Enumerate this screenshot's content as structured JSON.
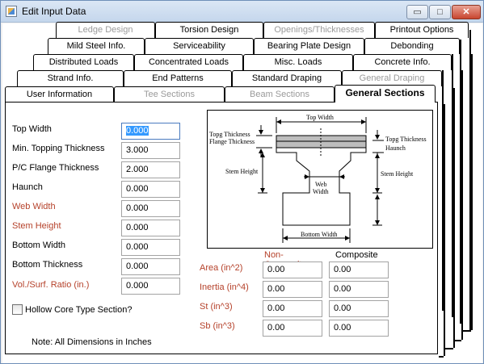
{
  "window": {
    "title": "Edit Input Data",
    "minimize_label": "▭",
    "maximize_label": "□",
    "close_label": "✕"
  },
  "tabs": {
    "row1": [
      "Ledge Design",
      "Torsion Design",
      "Openings/Thicknesses",
      "Printout Options"
    ],
    "row2": [
      "Mild Steel Info.",
      "Serviceability",
      "Bearing Plate Design",
      "Debonding"
    ],
    "row3": [
      "Distributed Loads",
      "Concentrated Loads",
      "Misc. Loads",
      "Concrete Info."
    ],
    "row4": [
      "Strand Info.",
      "End Patterns",
      "Standard Draping",
      "General Draping"
    ],
    "row5": [
      "User Information",
      "Tee Sections",
      "Beam Sections",
      "General Sections"
    ],
    "active": "General Sections",
    "disabled": [
      "Ledge Design",
      "Openings/Thicknesses",
      "General Draping",
      "Tee Sections",
      "Beam Sections"
    ]
  },
  "fields": [
    {
      "label": "Top Width",
      "value": "0.000",
      "color": "#000000",
      "selected": true
    },
    {
      "label": "Min. Topping Thickness",
      "value": "3.000",
      "color": "#000000"
    },
    {
      "label": "P/C Flange Thickness",
      "value": "2.000",
      "color": "#000000"
    },
    {
      "label": "Haunch",
      "value": "0.000",
      "color": "#000000"
    },
    {
      "label": "Web Width",
      "value": "0.000",
      "color": "#b5412a"
    },
    {
      "label": "Stem Height",
      "value": "0.000",
      "color": "#b5412a"
    },
    {
      "label": "Bottom Width",
      "value": "0.000",
      "color": "#000000"
    },
    {
      "label": "Bottom Thickness",
      "value": "0.000",
      "color": "#000000"
    },
    {
      "label": "Vol./Surf. Ratio (in.)",
      "value": "0.000",
      "color": "#b5412a"
    }
  ],
  "hollow_core": {
    "label": "Hollow Core Type Section?",
    "checked": false
  },
  "note": "Note: All Dimensions in Inches",
  "properties": {
    "headers": {
      "non_composite": "Non-Composite",
      "composite": "Composite"
    },
    "rows": [
      {
        "label": "Area (in^2)",
        "non_composite": "0.00",
        "composite": "0.00"
      },
      {
        "label": "Inertia (in^4)",
        "non_composite": "0.00",
        "composite": "0.00"
      },
      {
        "label": "St (in^3)",
        "non_composite": "0.00",
        "composite": "0.00"
      },
      {
        "label": "Sb (in^3)",
        "non_composite": "0.00",
        "composite": "0.00"
      }
    ]
  },
  "diagram": {
    "top_width": "Top Width",
    "topg_thickness": "Topg Thickness",
    "flange_thickness": "Flange Thickness",
    "topg_thickness_right": "Topg Thickness",
    "haunch": "Haunch",
    "stem_height_left": "Stem Height",
    "stem_height_right": "Stem Height",
    "web_width_1": "Web",
    "web_width_2": "Width",
    "bottom_width": "Bottom Width"
  },
  "colors": {
    "accent_label": "#b5412a",
    "selection": "#3399ff"
  }
}
